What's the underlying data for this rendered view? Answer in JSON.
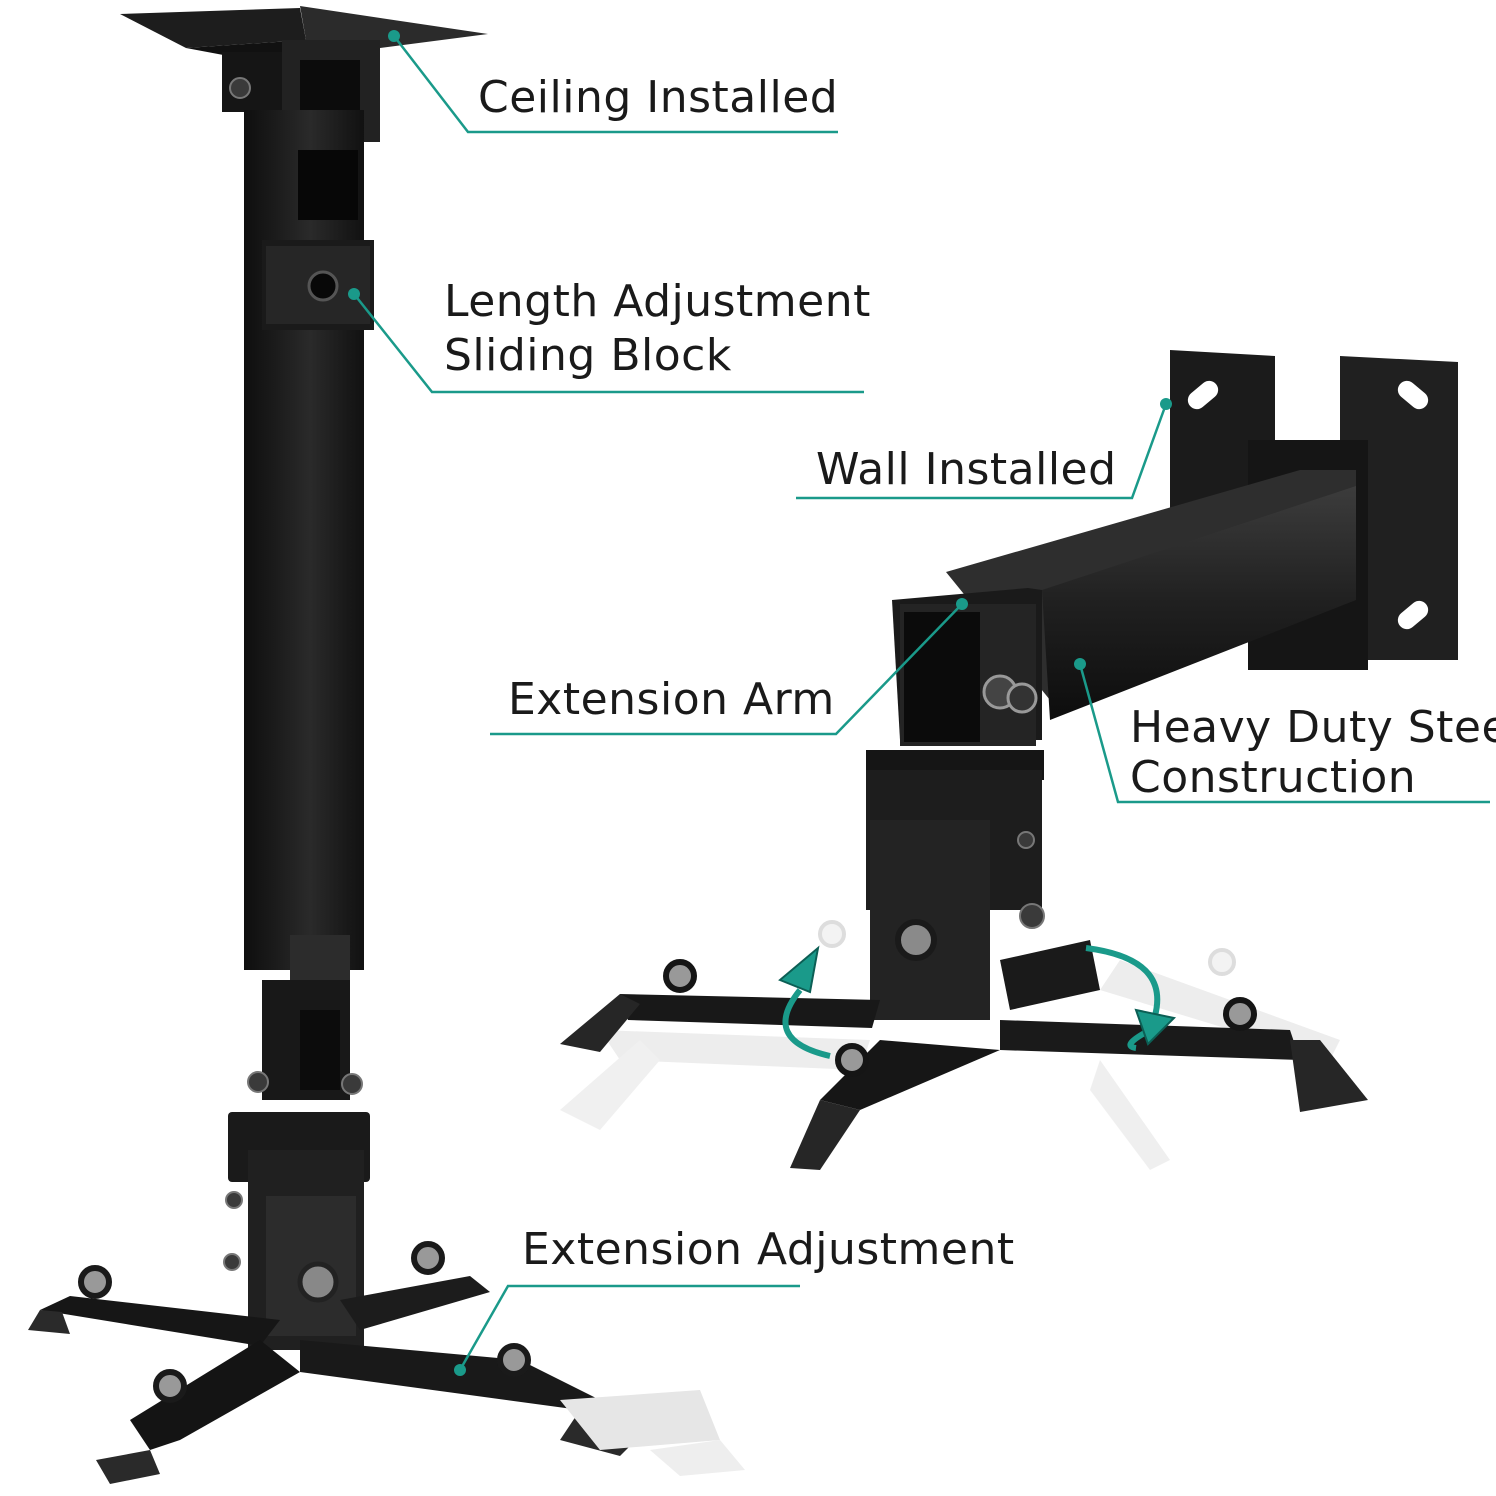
{
  "callouts": {
    "ceiling": "Ceiling Installed",
    "length_line1": "Length Adjustment",
    "length_line2": "Sliding Block",
    "wall": "Wall Installed",
    "extension_arm": "Extension Arm",
    "heavy_line1": "Heavy Duty Steel",
    "heavy_line2": "Construction",
    "extension_adjustment": "Extension Adjustment"
  },
  "colors": {
    "accent": "#1a9a8a",
    "steel": "#1c1c1c",
    "steel_light": "#3a3a3a",
    "ghost": "#d8d8d8"
  }
}
